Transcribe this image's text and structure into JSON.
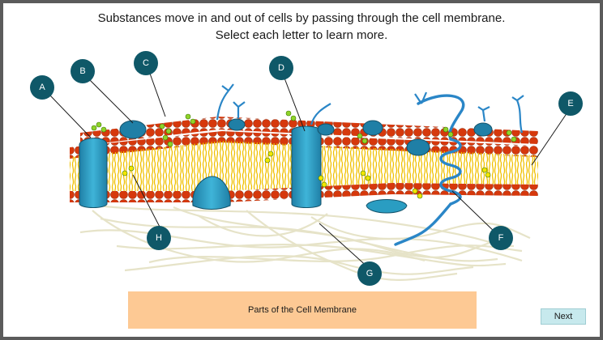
{
  "instruction": {
    "line1": "Substances move in and out of cells by passing through the cell membrane.",
    "line2": "Select each letter to learn more."
  },
  "diagram": {
    "callouts": [
      {
        "letter": "A"
      },
      {
        "letter": "B"
      },
      {
        "letter": "C"
      },
      {
        "letter": "D"
      },
      {
        "letter": "E"
      },
      {
        "letter": "F"
      },
      {
        "letter": "G"
      },
      {
        "letter": "H"
      }
    ]
  },
  "caption": {
    "text": "Parts of the Cell Membrane"
  },
  "nav": {
    "next_label": "Next"
  },
  "colors": {
    "callout": "#0f5868",
    "head": "#d6380c",
    "tail": "#f0c000",
    "protein": "#2a9dc2",
    "carbohydrate": "#8fd32a"
  }
}
